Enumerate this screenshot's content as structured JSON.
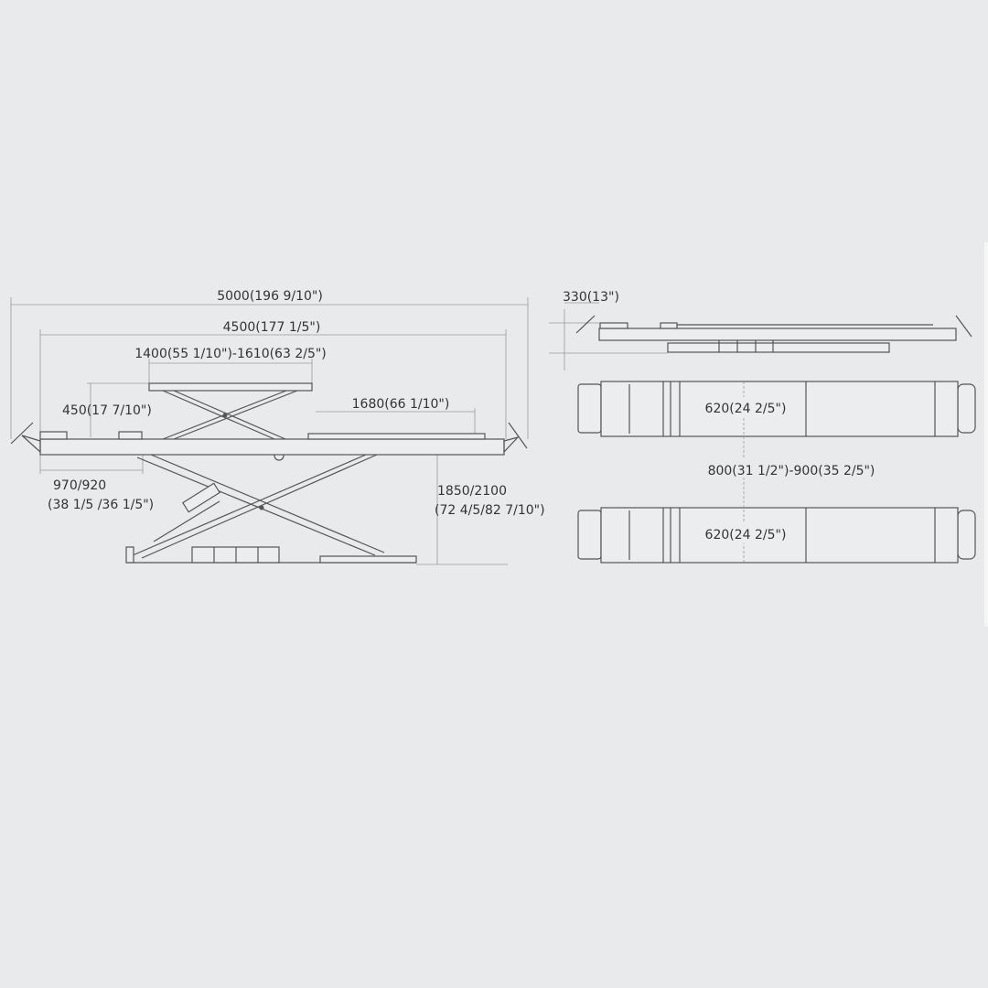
{
  "side_view": {
    "overall_length": "5000(196 9/10\")",
    "platform_length": "4500(177 1/5\")",
    "secondary_platform_length": "1400(55 1/10\")-1610(63 2/5\")",
    "secondary_lift_height": "450(17 7/10\")",
    "plate_length": "1680(66 1/10\")",
    "offset_line1": "970/920",
    "offset_line2": "(38 1/5 /36 1/5\")",
    "max_height_line1": "1850/2100",
    "max_height_line2": "(72 4/5/82 7/10\")"
  },
  "collapsed_view": {
    "min_height": "330(13\")"
  },
  "top_view": {
    "runway_width_top": "620(24 2/5\")",
    "runway_spacing": "800(31 1/2\")-900(35 2/5\")",
    "runway_width_bottom": "620(24 2/5\")"
  }
}
